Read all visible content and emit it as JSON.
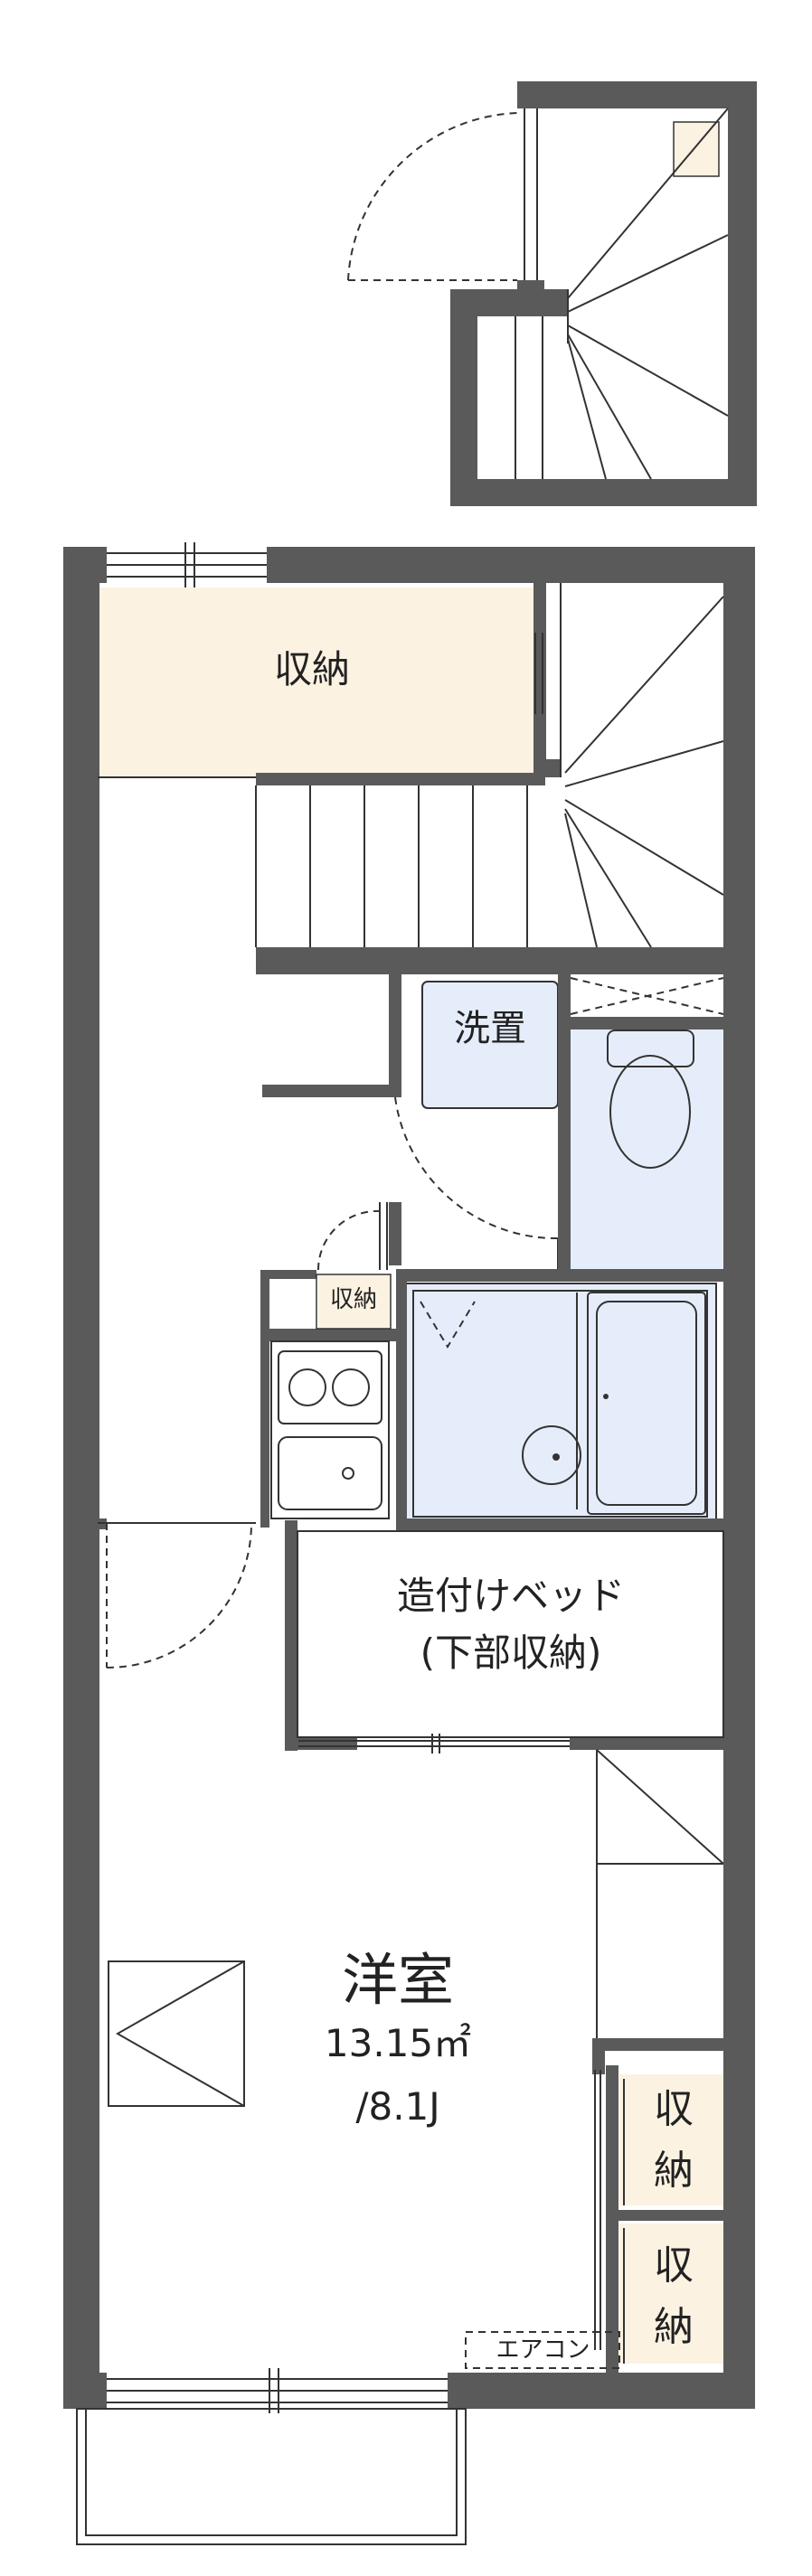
{
  "colors": {
    "wall": "#5a5a5a",
    "storage_fill": "#fbf2e2",
    "wet_area_fill": "#e6edfa",
    "line": "#333333"
  },
  "labels": {
    "storage_top": "収納",
    "laundry": "洗置",
    "storage_small": "収納",
    "bed_line1": "造付けベッド",
    "bed_line2": "(下部収納)",
    "room_name": "洋室",
    "room_area": "13.15㎡",
    "room_tatami": "/8.1J",
    "closet1_a": "収",
    "closet1_b": "納",
    "closet2_a": "収",
    "closet2_b": "納",
    "aircon": "エアコン"
  }
}
